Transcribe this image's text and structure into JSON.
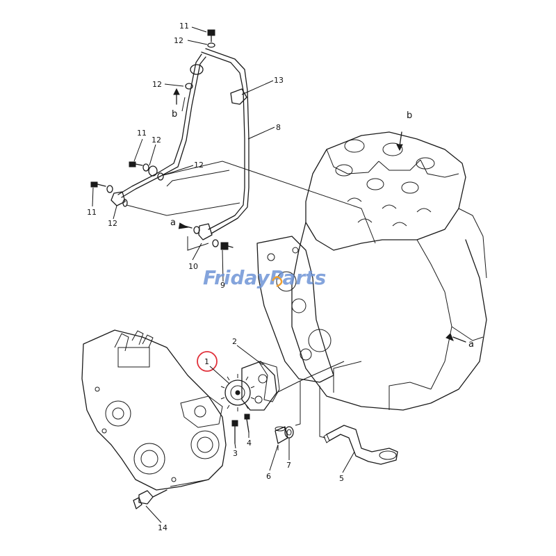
{
  "diagram": {
    "callouts": {
      "c1": "1",
      "c2": "2",
      "c3": "3",
      "c4": "4",
      "c5": "5",
      "c6": "6",
      "c7": "7",
      "c8": "8",
      "c9": "9",
      "c10": "10",
      "c11a": "11",
      "c11b": "11",
      "c11c": "11",
      "c12a": "12",
      "c12b": "12",
      "c12c": "12",
      "c12d": "12",
      "c12e": "12",
      "c13": "13",
      "c14": "14",
      "ref_a1": "a",
      "ref_a2": "a",
      "ref_b1": "b",
      "ref_b2": "b"
    },
    "highlight_color": "#e0303a",
    "watermark": {
      "text_a": "Friday",
      "text_b": "Parts",
      "color": "#6f95d6",
      "accent": "#f0a030"
    }
  }
}
